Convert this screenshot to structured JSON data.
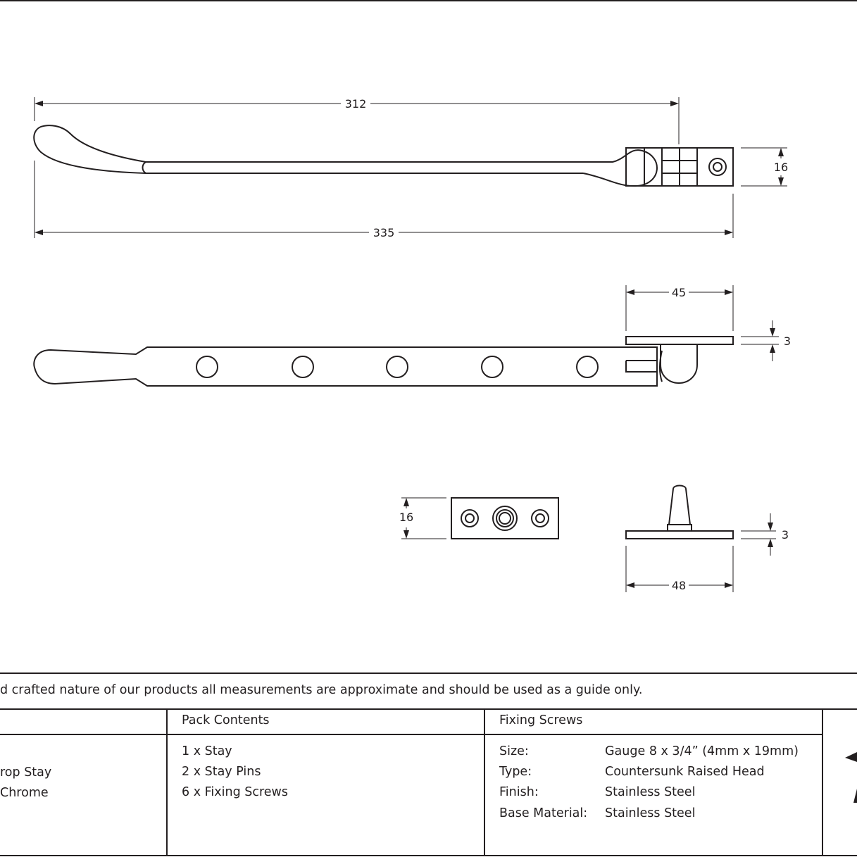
{
  "dimensions": {
    "stay_length_arm": "312",
    "stay_length_total": "335",
    "stay_height": "16",
    "bracket_length": "45",
    "bracket_thickness": "3",
    "pin_plate_height": "16",
    "pin_plate_thickness": "3",
    "pin_plate_length": "48"
  },
  "disclaimer": "d crafted nature of our products all measurements are approximate and should be used as a guide only.",
  "product_column": {
    "lines": [
      "rop Stay",
      "Chrome"
    ]
  },
  "pack_contents": {
    "header": "Pack Contents",
    "items": [
      "1 x Stay",
      "2 x Stay Pins",
      "6 x Fixing Screws"
    ]
  },
  "fixing_screws": {
    "header": "Fixing Screws",
    "rows": [
      {
        "label": "Size:",
        "value": "Gauge 8 x 3/4” (4mm x 19mm)"
      },
      {
        "label": "Type:",
        "value": "Countersunk Raised Head"
      },
      {
        "label": "Finish:",
        "value": "Stainless Steel"
      },
      {
        "label": "Base Material:",
        "value": "Stainless Steel"
      }
    ]
  }
}
